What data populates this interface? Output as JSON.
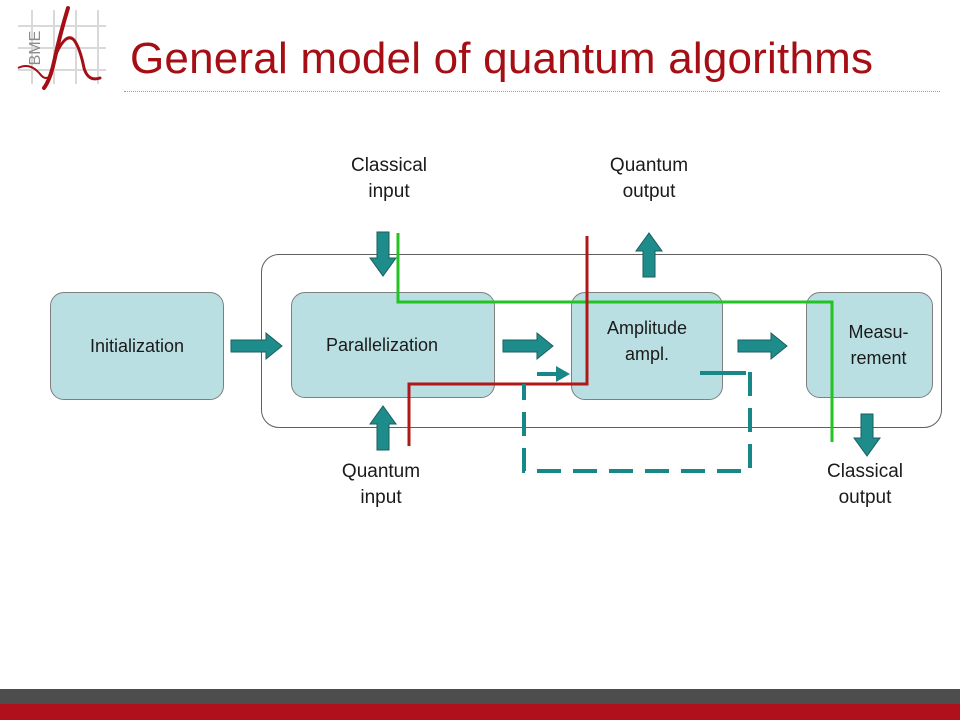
{
  "slide": {
    "title": "General model of quantum algorithms",
    "logo_text": "BME"
  },
  "boxes": {
    "initialization": "Initialization",
    "parallelization": "Parallelization",
    "amplitude_line1": "Amplitude",
    "amplitude_line2": "ampl.",
    "measurement_line1": "Measu-",
    "measurement_line2": "rement"
  },
  "labels": {
    "classical_input": [
      "Classical",
      "input"
    ],
    "quantum_output": [
      "Quantum",
      "output"
    ],
    "quantum_input": [
      "Quantum",
      "input"
    ],
    "classical_output": [
      "Classical",
      "output"
    ]
  },
  "colors": {
    "title": "#a50e14",
    "box_fill": "#b9dfe3",
    "arrow_fill": "#1f8c8c",
    "arrow_stroke": "#1b5e5e",
    "classical_path": "#22c322",
    "quantum_path": "#b01818",
    "loop_dashed": "#178787",
    "footer_grey": "#4d4d4d",
    "footer_red": "#b0101b"
  }
}
